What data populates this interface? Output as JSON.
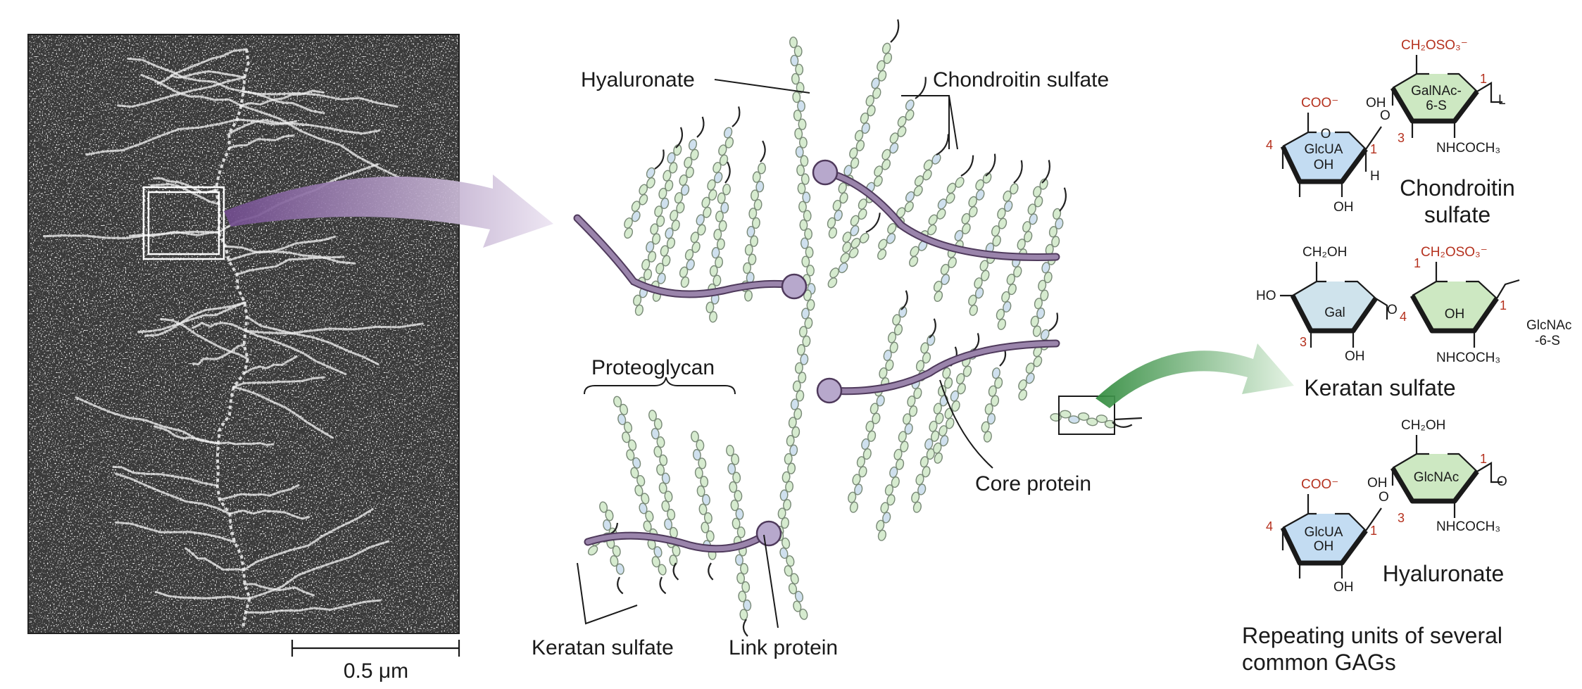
{
  "micrograph": {
    "scale_bar_label": "0.5 μm"
  },
  "labels": {
    "hyaluronate": "Hyaluronate",
    "chondroitin_sulfate": "Chondroitin sulfate",
    "proteoglycan": "Proteoglycan",
    "core_protein": "Core protein",
    "keratan_sulfate": "Keratan sulfate",
    "link_protein": "Link protein"
  },
  "structures": {
    "chondroitin": {
      "name_line1": "Chondroitin",
      "name_line2": "sulfate",
      "ring1_line1": "GlcUA",
      "ring1_line2": "OH",
      "ring2_line1": "GalNAc-",
      "ring2_line2": "6-S",
      "coo": "COO⁻",
      "ch2oso3": "CH₂OSO₃⁻",
      "oh_a": "OH",
      "oh_b": "OH",
      "o_link": "O",
      "o_end": "O",
      "h": "H",
      "nhcoch3": "NHCOCH₃",
      "n4": "4",
      "n1a": "1",
      "n3": "3",
      "n1b": "1"
    },
    "keratan": {
      "name": "Keratan sulfate",
      "ring1": "Gal",
      "ring2_oh": "OH",
      "ch2oh": "CH₂OH",
      "ch2oso3": "CH₂OSO₃⁻",
      "ho": "HO",
      "oh_a": "OH",
      "o_link": "O",
      "glcnac_line1": "GlcNAc",
      "glcnac_line2": "-6-S",
      "nhcoch3": "NHCOCH₃",
      "n3": "3",
      "n4": "4",
      "n1a": "1",
      "n1b": "1"
    },
    "hyaluronate": {
      "name": "Hyaluronate",
      "ring1_line1": "GlcUA",
      "ring1_line2": "OH",
      "ring2": "GlcNAc",
      "coo": "COO⁻",
      "ch2oh": "CH₂OH",
      "oh_a": "OH",
      "oh_b": "OH",
      "o_link": "O",
      "o_end": "O",
      "nhcoch3": "NHCOCH₃",
      "n4": "4",
      "n1a": "1",
      "n3": "3",
      "n1b": "1"
    },
    "caption_line1": "Repeating units of several",
    "caption_line2": "common GAGs"
  },
  "colors": {
    "micrograph_bg": "#3a3a3a",
    "core_protein": "#7d6691",
    "link_protein": "#b7a8cc",
    "bead_green": "#d6ebcf",
    "bead_blue": "#cfe0ee",
    "arrow_purple": "#8e6aa6",
    "arrow_green": "#3f9a4a",
    "number_red": "#b5311e",
    "ring_blue": "#c3dcf2",
    "ring_green": "#cde8c2",
    "ring_gal": "#cfe3ec"
  },
  "icons": {
    "purple_arrow": "curved-arrow-right",
    "green_arrow": "curved-arrow-right"
  }
}
